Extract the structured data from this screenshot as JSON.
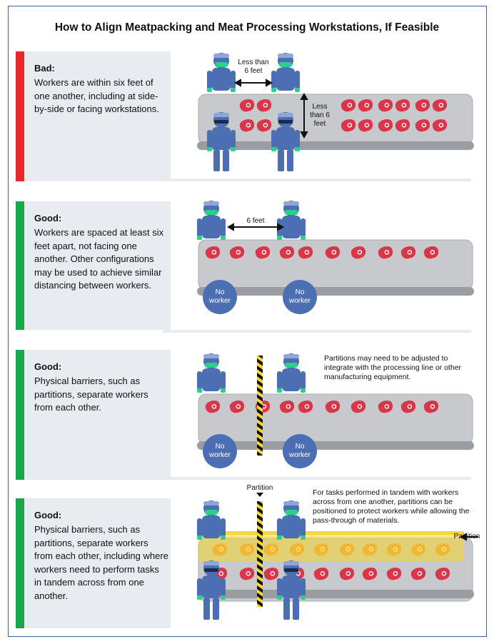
{
  "title": "How to Align Meatpacking and Meat Processing Workstations, If Feasible",
  "colors": {
    "bad": "#e8272a",
    "good": "#1aa64a",
    "worker": "#4c6fb3",
    "mask": "#2bd08a",
    "meat": "#d9364a",
    "meat_behind": "#e98a26",
    "belt": "#c7c9cc",
    "partition_yellow": "#f3d63a"
  },
  "panels": [
    {
      "status": "bad",
      "heading": "Bad:",
      "text": "Workers are within six feet of one another, including at side-by-side or facing workstations.",
      "labels": {
        "side": "Less than 6 feet",
        "across": "Less than 6 feet"
      }
    },
    {
      "status": "good",
      "heading": "Good:",
      "text": "Workers are spaced at least six feet apart, not facing one another. Other configurations may be used to achieve similar distancing between workers.",
      "labels": {
        "side": "6 feet",
        "no_worker": "No worker"
      }
    },
    {
      "status": "good",
      "heading": "Good:",
      "text": "Physical barriers, such as partitions, separate workers from each other.",
      "note": "Partitions may need to be adjusted to integrate with the processing line or other manufacturing equipment.",
      "labels": {
        "no_worker": "No worker"
      }
    },
    {
      "status": "good",
      "heading": "Good:",
      "text": "Physical barriers, such as partitions, separate workers from each other, including where workers need to perform tasks in tandem across from one another.",
      "note": "For tasks performed in tandem with workers across from one another, partitions can be positioned to protect workers while allowing the pass-through of materials.",
      "labels": {
        "partition_top": "Partition",
        "partition_right": "Partition"
      }
    }
  ]
}
